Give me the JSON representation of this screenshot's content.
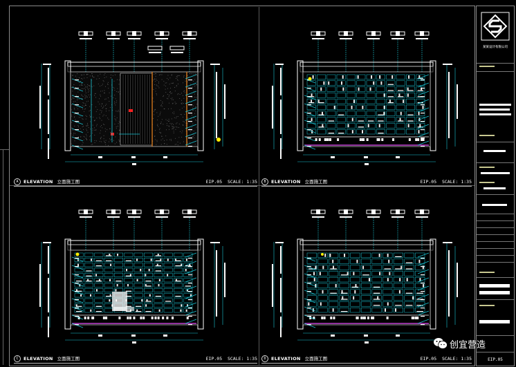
{
  "sheet": {
    "panels": [
      {
        "id": "a",
        "variant": "dark",
        "letter": "A",
        "elev": "ELEVATION",
        "cn": "立面施工图",
        "code": "EIP.05",
        "scale": "SCALE: 1:35"
      },
      {
        "id": "b",
        "variant": "grid",
        "letter": "B",
        "elev": "ELEVATION",
        "cn": "立面施工图",
        "code": "EIP.05",
        "scale": "SCALE: 1:35"
      },
      {
        "id": "c",
        "variant": "dense",
        "letter": "C",
        "elev": "ELEVATION",
        "cn": "立面施工图",
        "code": "EIP.05",
        "scale": "SCALE: 1:35"
      },
      {
        "id": "d",
        "variant": "grid2",
        "letter": "D",
        "elev": "ELEVATION",
        "cn": "立面施工图",
        "code": "EIP.05",
        "scale": "SCALE: 1:35"
      }
    ]
  },
  "titleblock": {
    "logo_text": "某某设计有限公司",
    "drawing_code": "EIP.05"
  },
  "watermark": {
    "text": "创宜营造"
  },
  "colors": {
    "background": "#000000",
    "line_cyan": "#19c6d6",
    "line_white": "#ffffff",
    "accent_magenta": "#c040d0",
    "accent_orange": "#d77a1f",
    "accent_red": "#ff2020",
    "accent_yellow": "#ffee00"
  },
  "icons": [
    "circle-marker-icon",
    "logo-icon",
    "wechat-icon"
  ]
}
